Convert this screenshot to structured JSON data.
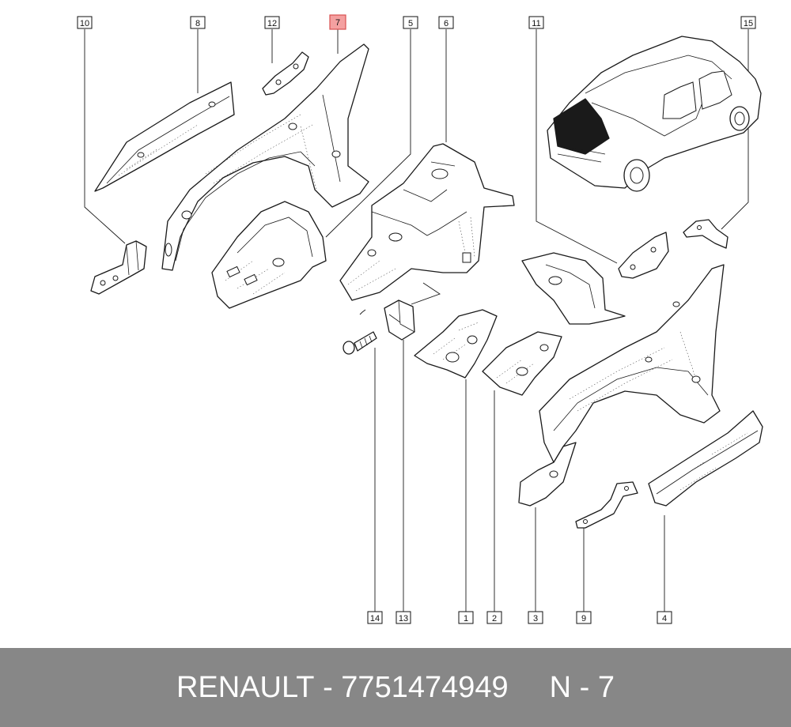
{
  "diagram": {
    "callouts": [
      {
        "id": "10",
        "text": "10",
        "highlighted": false
      },
      {
        "id": "8",
        "text": "8",
        "highlighted": false
      },
      {
        "id": "12",
        "text": "12",
        "highlighted": false
      },
      {
        "id": "7",
        "text": "7",
        "highlighted": true
      },
      {
        "id": "5",
        "text": "5",
        "highlighted": false
      },
      {
        "id": "6",
        "text": "6",
        "highlighted": false
      },
      {
        "id": "11",
        "text": "11",
        "highlighted": false
      },
      {
        "id": "15",
        "text": "15",
        "highlighted": false
      },
      {
        "id": "14",
        "text": "14",
        "highlighted": false
      },
      {
        "id": "13",
        "text": "13",
        "highlighted": false
      },
      {
        "id": "1",
        "text": "1",
        "highlighted": false
      },
      {
        "id": "2",
        "text": "2",
        "highlighted": false
      },
      {
        "id": "3",
        "text": "3",
        "highlighted": false
      },
      {
        "id": "9",
        "text": "9",
        "highlighted": false
      },
      {
        "id": "4",
        "text": "4",
        "highlighted": false
      }
    ],
    "highlight_color": "#f4a0a0",
    "highlight_border": "#d85050"
  },
  "footer": {
    "brand": "RENAULT",
    "separator": "-",
    "part_number": "7751474949",
    "ref_letter": "N",
    "ref_separator": "-",
    "ref_number": "7"
  }
}
